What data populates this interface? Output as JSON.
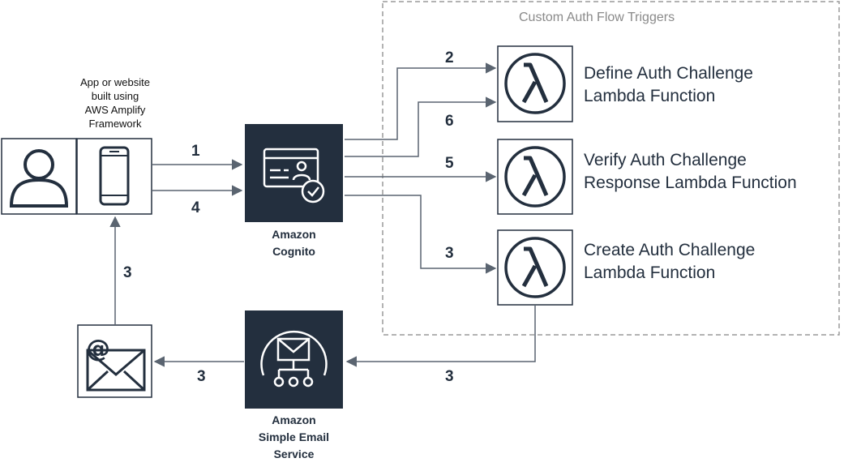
{
  "group": {
    "title": "Custom Auth Flow Triggers"
  },
  "client": {
    "caption_lines": [
      "App or website",
      "built using",
      "AWS Amplify",
      "Framework"
    ]
  },
  "services": {
    "cognito": {
      "lines": [
        "Amazon",
        "Cognito"
      ]
    },
    "ses": {
      "lines": [
        "Amazon",
        "Simple Email",
        "Service"
      ]
    }
  },
  "lambdas": {
    "define": {
      "lines": [
        "Define Auth Challenge",
        "Lambda Function"
      ]
    },
    "verify": {
      "lines": [
        "Verify Auth Challenge",
        "Response Lambda Function"
      ]
    },
    "create": {
      "lines": [
        "Create Auth Challenge",
        "Lambda Function"
      ]
    }
  },
  "steps": {
    "client_to_cognito": "1",
    "client_to_cognito_answer": "4",
    "cognito_to_define": "2",
    "define_return": "6",
    "cognito_to_verify": "5",
    "cognito_to_create": "3",
    "create_to_ses": "3",
    "ses_to_email": "3",
    "email_to_client": "3"
  },
  "colors": {
    "service_fill": "#232f3e",
    "line": "#5a6470",
    "group_border": "#9a9a9a",
    "text": "#232f3e"
  }
}
